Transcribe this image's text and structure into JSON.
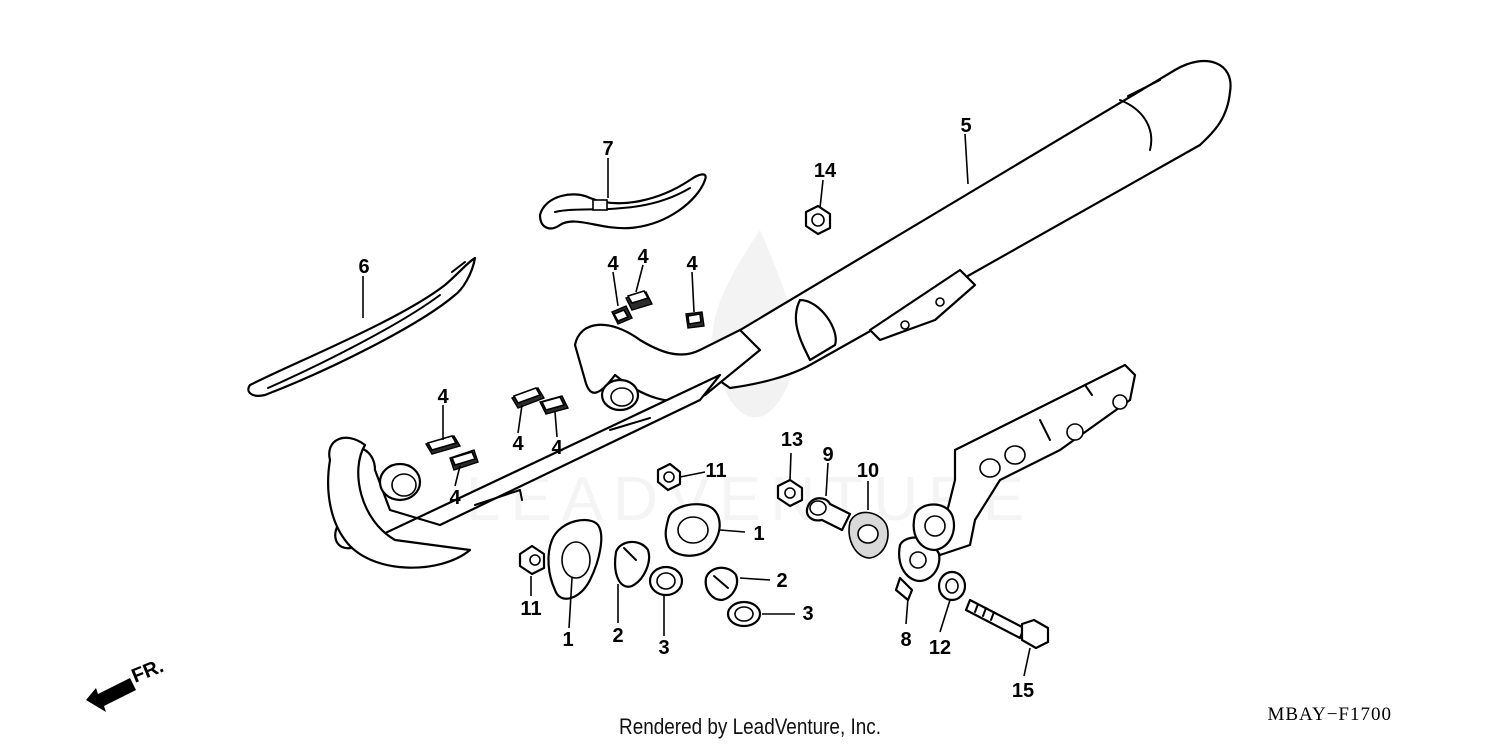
{
  "diagram": {
    "callouts": {
      "c1a": "1",
      "c1b": "1",
      "c2a": "2",
      "c2b": "2",
      "c3a": "3",
      "c3b": "3",
      "c4a": "4",
      "c4b": "4",
      "c4c": "4",
      "c4d": "4",
      "c4e": "4",
      "c4f": "4",
      "c4g": "4",
      "c5": "5",
      "c6": "6",
      "c7": "7",
      "c8": "8",
      "c9": "9",
      "c10": "10",
      "c11a": "11",
      "c11b": "11",
      "c12": "12",
      "c13": "13",
      "c14": "14",
      "c15": "15"
    },
    "front_label": "FR.",
    "diagram_code": "MBAY−F1700",
    "watermark_text": "LEADVENTURE",
    "credit": "Rendered by LeadVenture, Inc."
  }
}
